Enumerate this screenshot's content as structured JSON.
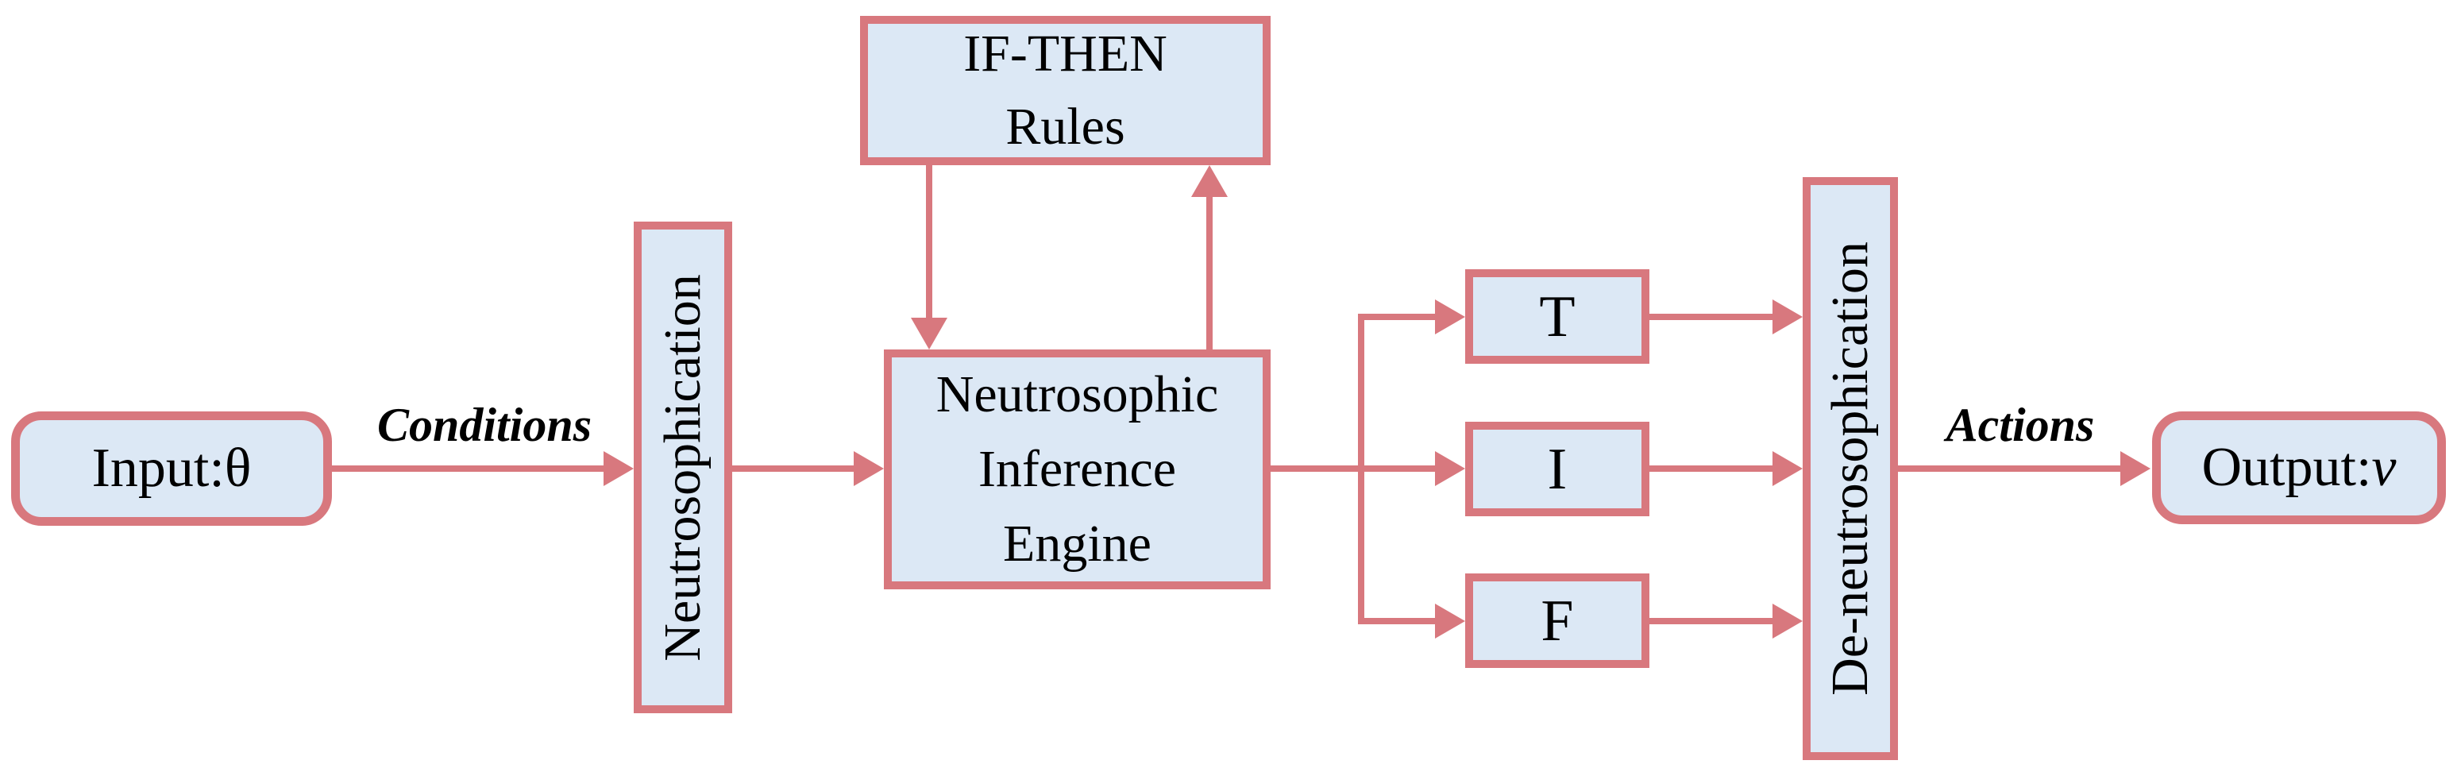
{
  "diagram": {
    "description": "Neutrosophic fuzzy inference system block diagram",
    "colors": {
      "border": "#d8787e",
      "fill": "#dce8f5",
      "text": "#000000",
      "background": "#ffffff"
    },
    "nodes": {
      "input": {
        "prefix": "Input: ",
        "symbol": "θ"
      },
      "neutrosophication": {
        "label": "Neutrosophication"
      },
      "rules": {
        "lines": [
          "IF-THEN",
          "Rules"
        ]
      },
      "engine": {
        "lines": [
          "Neutrosophic",
          "Inference",
          "Engine"
        ]
      },
      "components": {
        "t": "T",
        "i": "I",
        "f": "F"
      },
      "de_neutrosophication": {
        "label": "De-neutrosophication"
      },
      "output": {
        "prefix": "Output: ",
        "symbol": "v"
      }
    },
    "edges": {
      "conditions": "Conditions",
      "actions": "Actions"
    }
  }
}
